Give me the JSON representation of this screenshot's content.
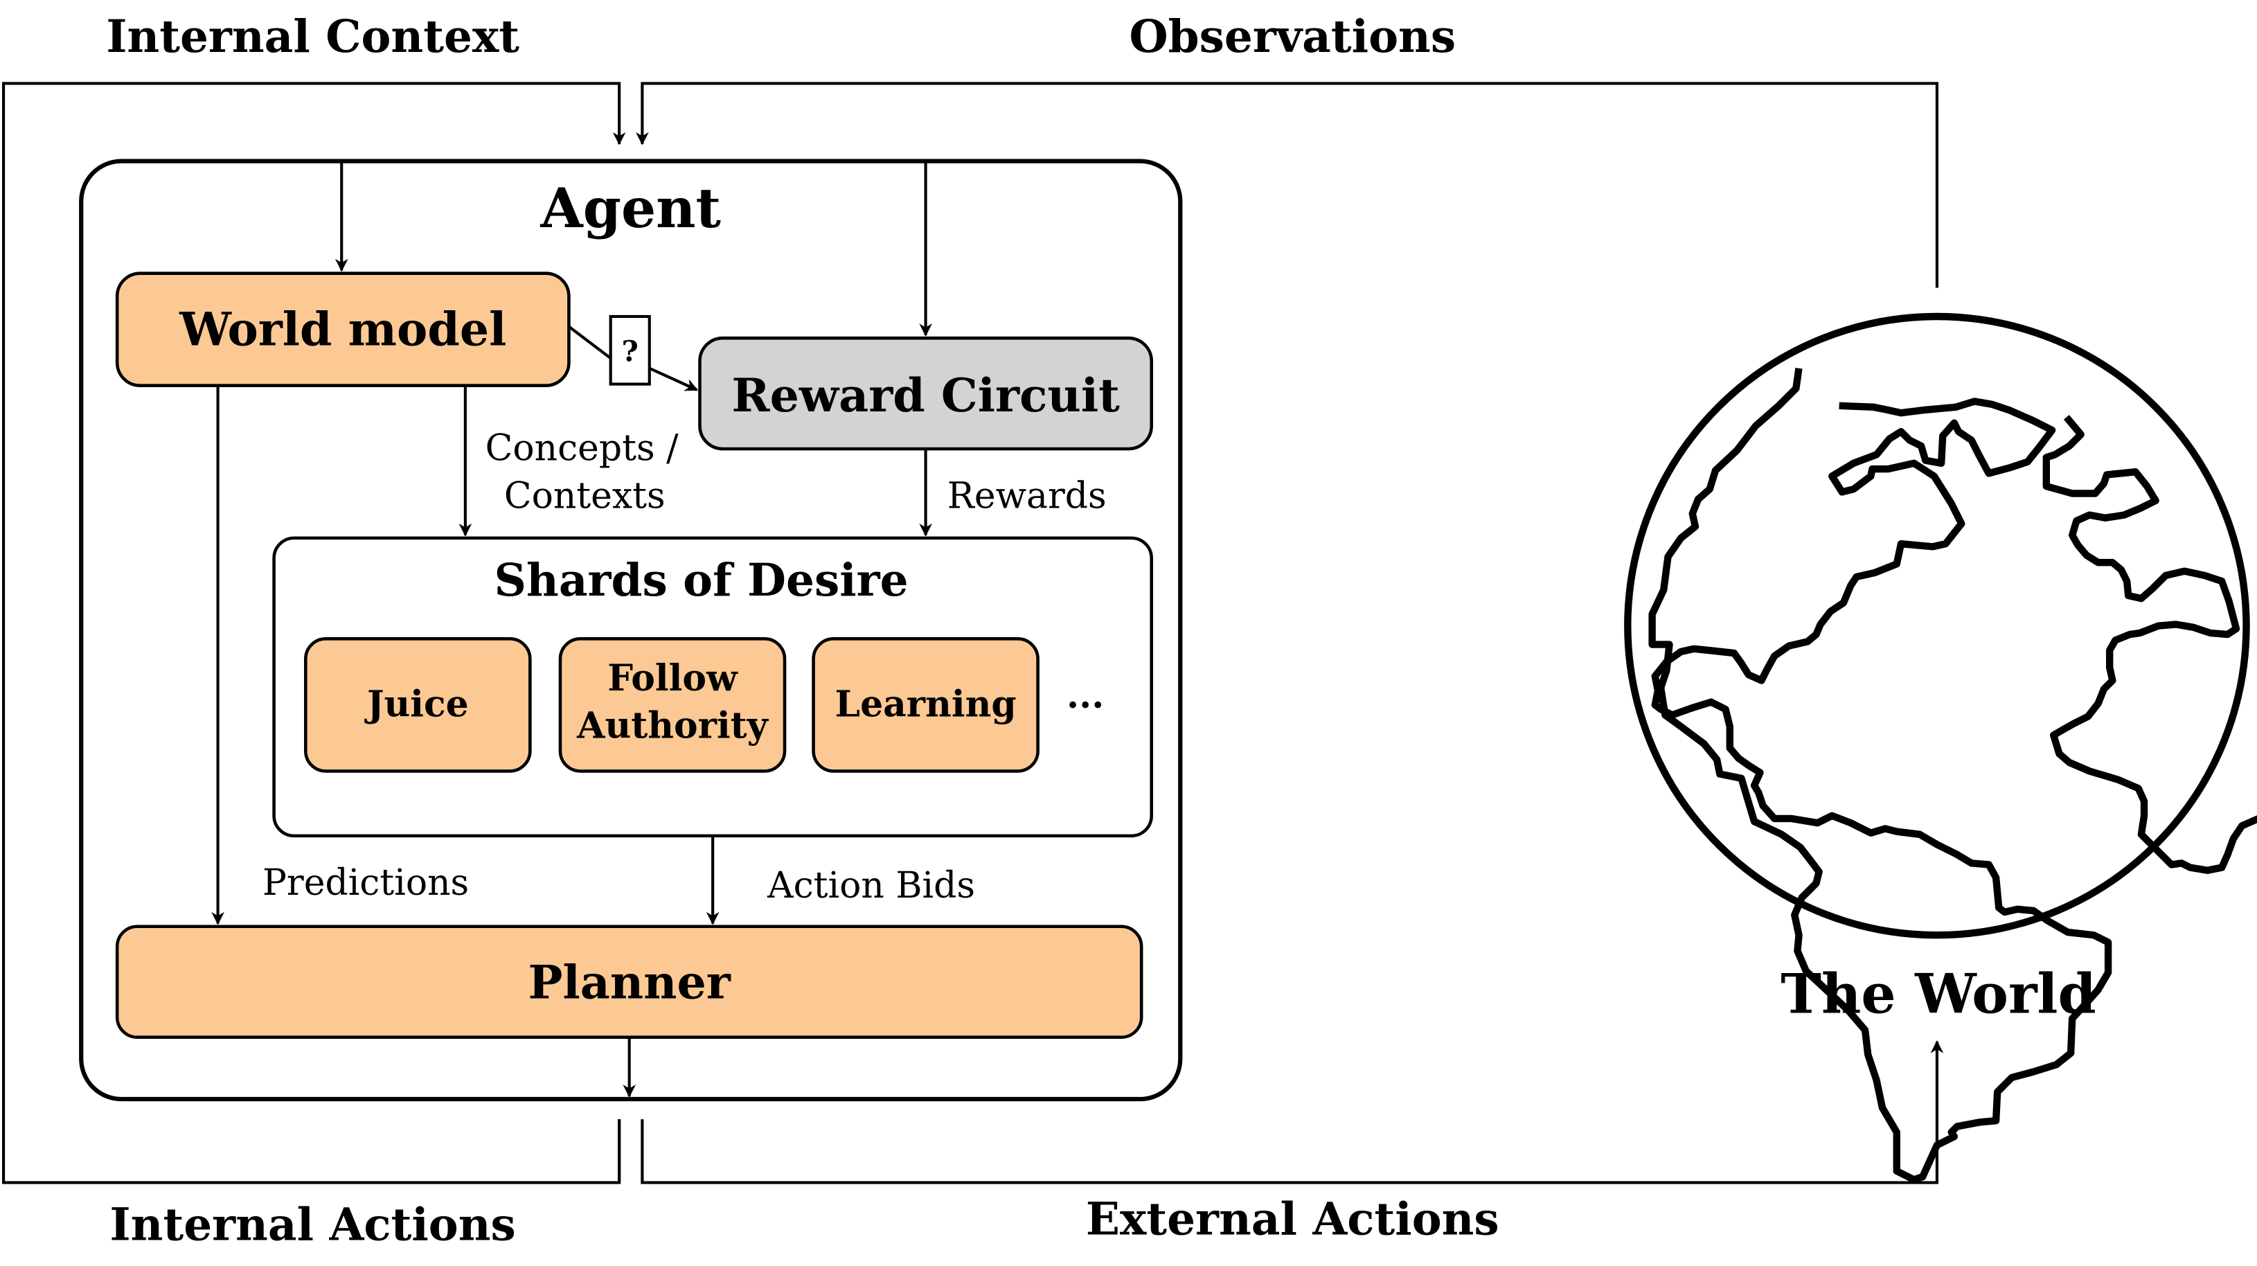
{
  "colors": {
    "module_fill": "#FCC994",
    "reward_fill": "#D1D3D4",
    "container_fill": "#FFFFFF",
    "stroke": "#000000"
  },
  "loop_labels": {
    "internal_context": "Internal Context",
    "observations": "Observations",
    "internal_actions": "Internal Actions",
    "external_actions": "External Actions"
  },
  "agent": {
    "title": "Agent",
    "world_model": "World model",
    "unknown_link": "?",
    "reward_circuit": "Reward Circuit",
    "concepts_line1": "Concepts /",
    "concepts_line2": "Contexts",
    "rewards": "Rewards",
    "shards": {
      "title": "Shards of Desire",
      "items": [
        {
          "lines": [
            "Juice"
          ]
        },
        {
          "lines": [
            "Follow",
            "Authority"
          ]
        },
        {
          "lines": [
            "Learning"
          ]
        }
      ],
      "more": "..."
    },
    "predictions": "Predictions",
    "action_bids": "Action Bids",
    "planner": "Planner"
  },
  "world": {
    "label": "The World",
    "icon": "globe-icon"
  }
}
